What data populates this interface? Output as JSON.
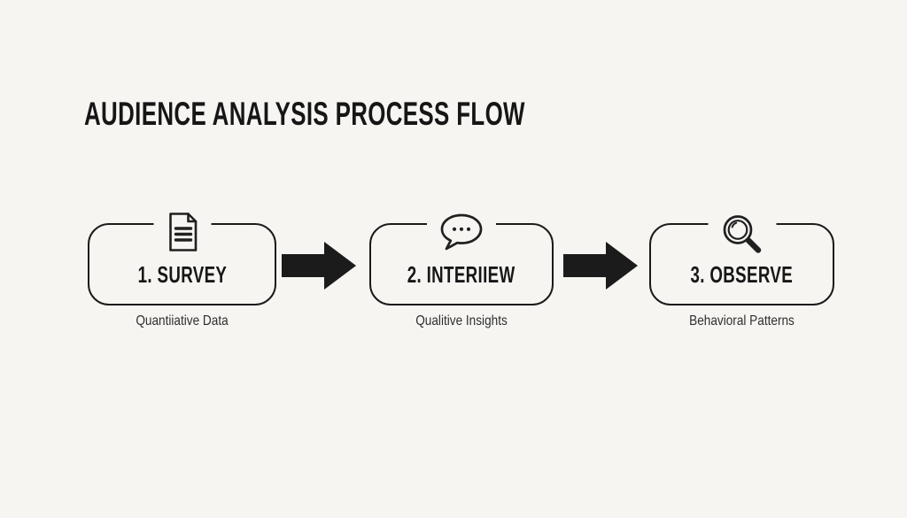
{
  "title": "AUDIENCE ANALYSIS PROCESS FLOW",
  "colors": {
    "background": "#f6f5f2",
    "ink": "#1b1b1b",
    "arrow": "#1b1b1b"
  },
  "flow": {
    "type": "linear-process",
    "direction": "left-to-right",
    "steps": [
      {
        "label": "1. SURVEY",
        "caption": "Quantiiative Data",
        "icon": "document-icon"
      },
      {
        "label": "2. INTERIIEW",
        "caption": "Qualitive Insights",
        "icon": "speech-bubble-icon"
      },
      {
        "label": "3. OBSERVE",
        "caption": "Behavioral Patterns",
        "icon": "magnifier-icon"
      }
    ]
  }
}
